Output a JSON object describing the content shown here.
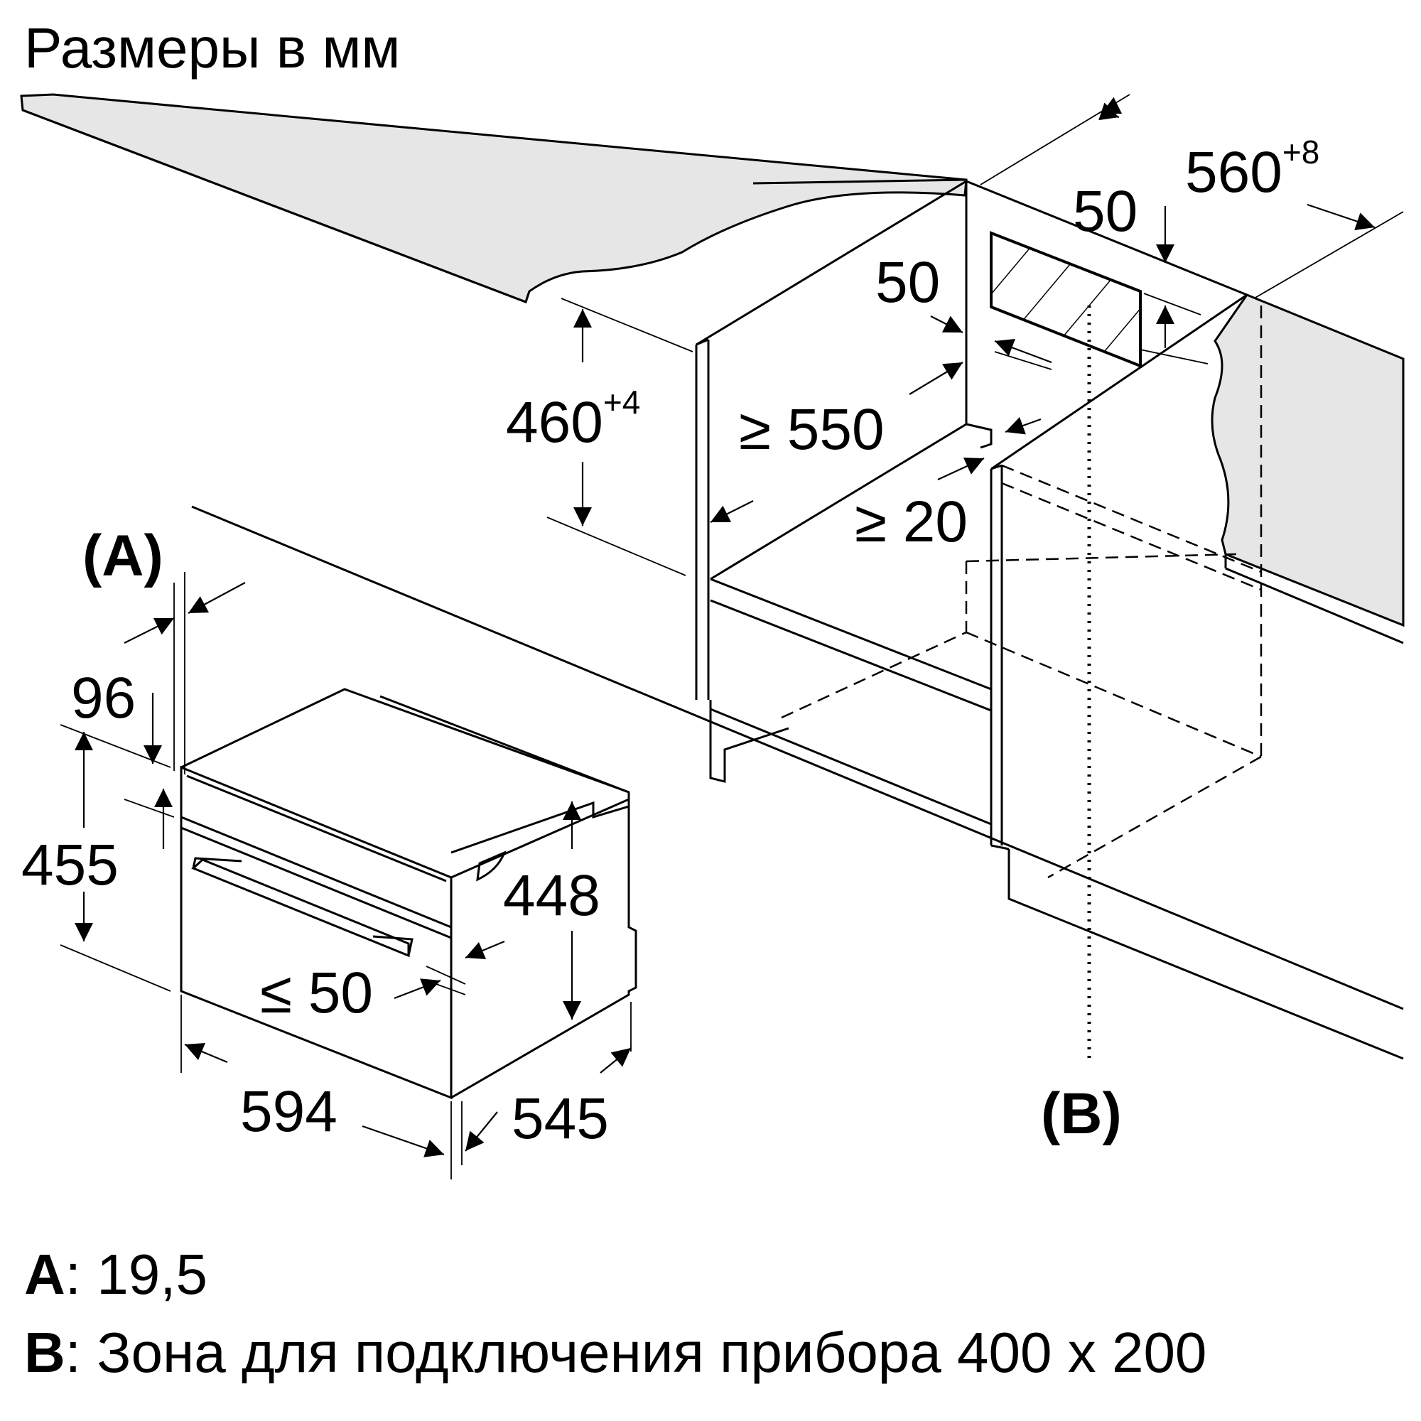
{
  "title": "Размеры в мм",
  "labels": {
    "a_marker": "(A)",
    "b_marker": "(B)",
    "d560": "560",
    "d560_tol": "+8",
    "d50_top": "50",
    "d50_side": "50",
    "d460": "460",
    "d460_tol": "+4",
    "d550": "≥ 550",
    "d20": "≥ 20",
    "d96": "96",
    "d455": "455",
    "d448": "448",
    "d50_door": "≤ 50",
    "d594": "594",
    "d545": "545"
  },
  "legend": [
    {
      "key": "A",
      "text": ": 19,5"
    },
    {
      "key": "B",
      "text": ": Зона для подключения прибора 400 x 200"
    }
  ],
  "colors": {
    "line": "#000000",
    "surface": "#e6e6e6",
    "background": "#ffffff"
  }
}
